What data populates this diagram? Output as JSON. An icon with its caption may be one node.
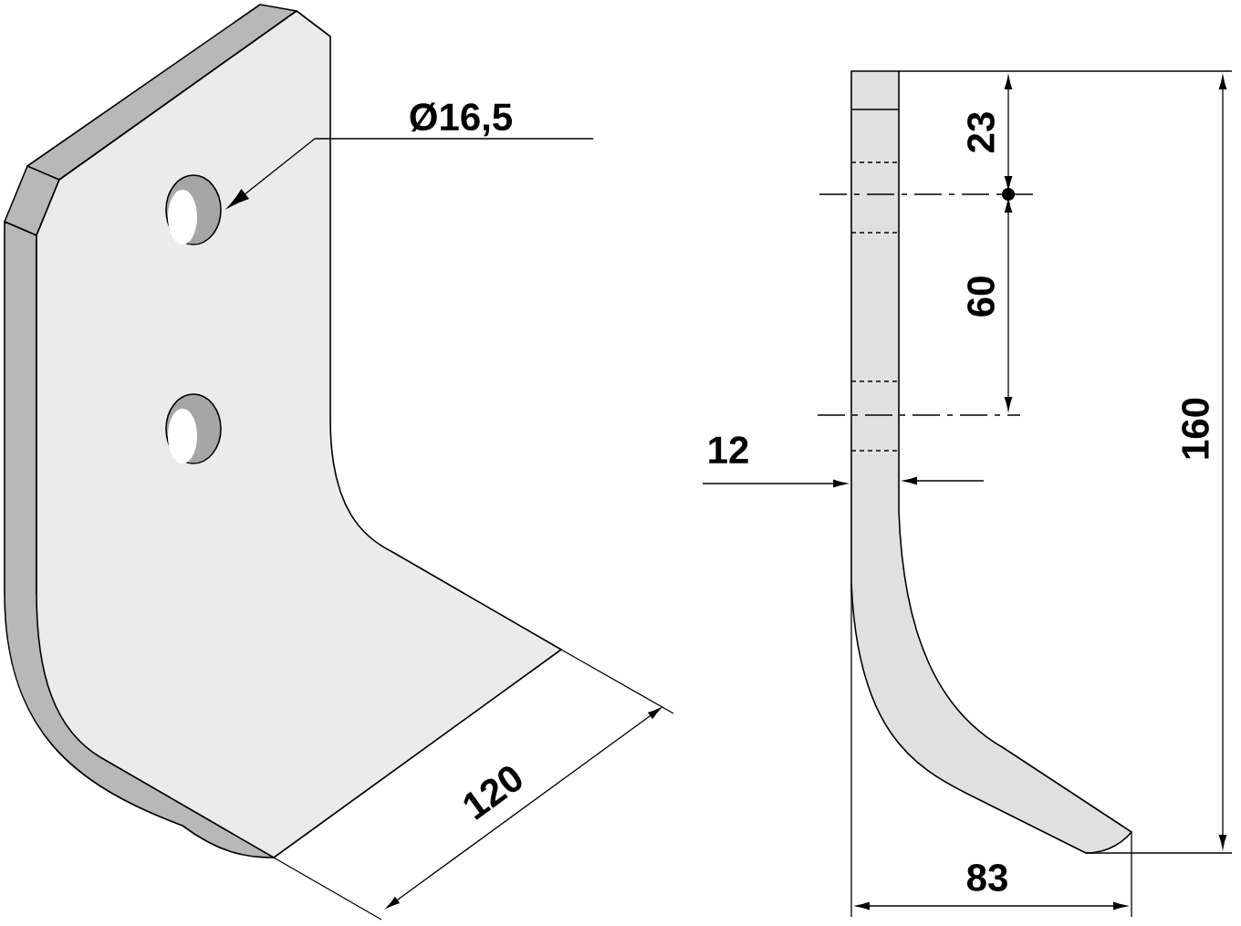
{
  "diagram": {
    "nodes": [
      {
        "text": [
          "Ø16,5"
        ]
      },
      {
        "text": [],
        "shape": "circle"
      },
      {
        "text": [],
        "shape": "circle"
      }
    ],
    "edges": [
      {
        "from": 0,
        "to": 1,
        "arrow": "to"
      }
    ],
    "labels": [
      "23",
      "60",
      "12",
      "160",
      "120",
      "83"
    ]
  }
}
